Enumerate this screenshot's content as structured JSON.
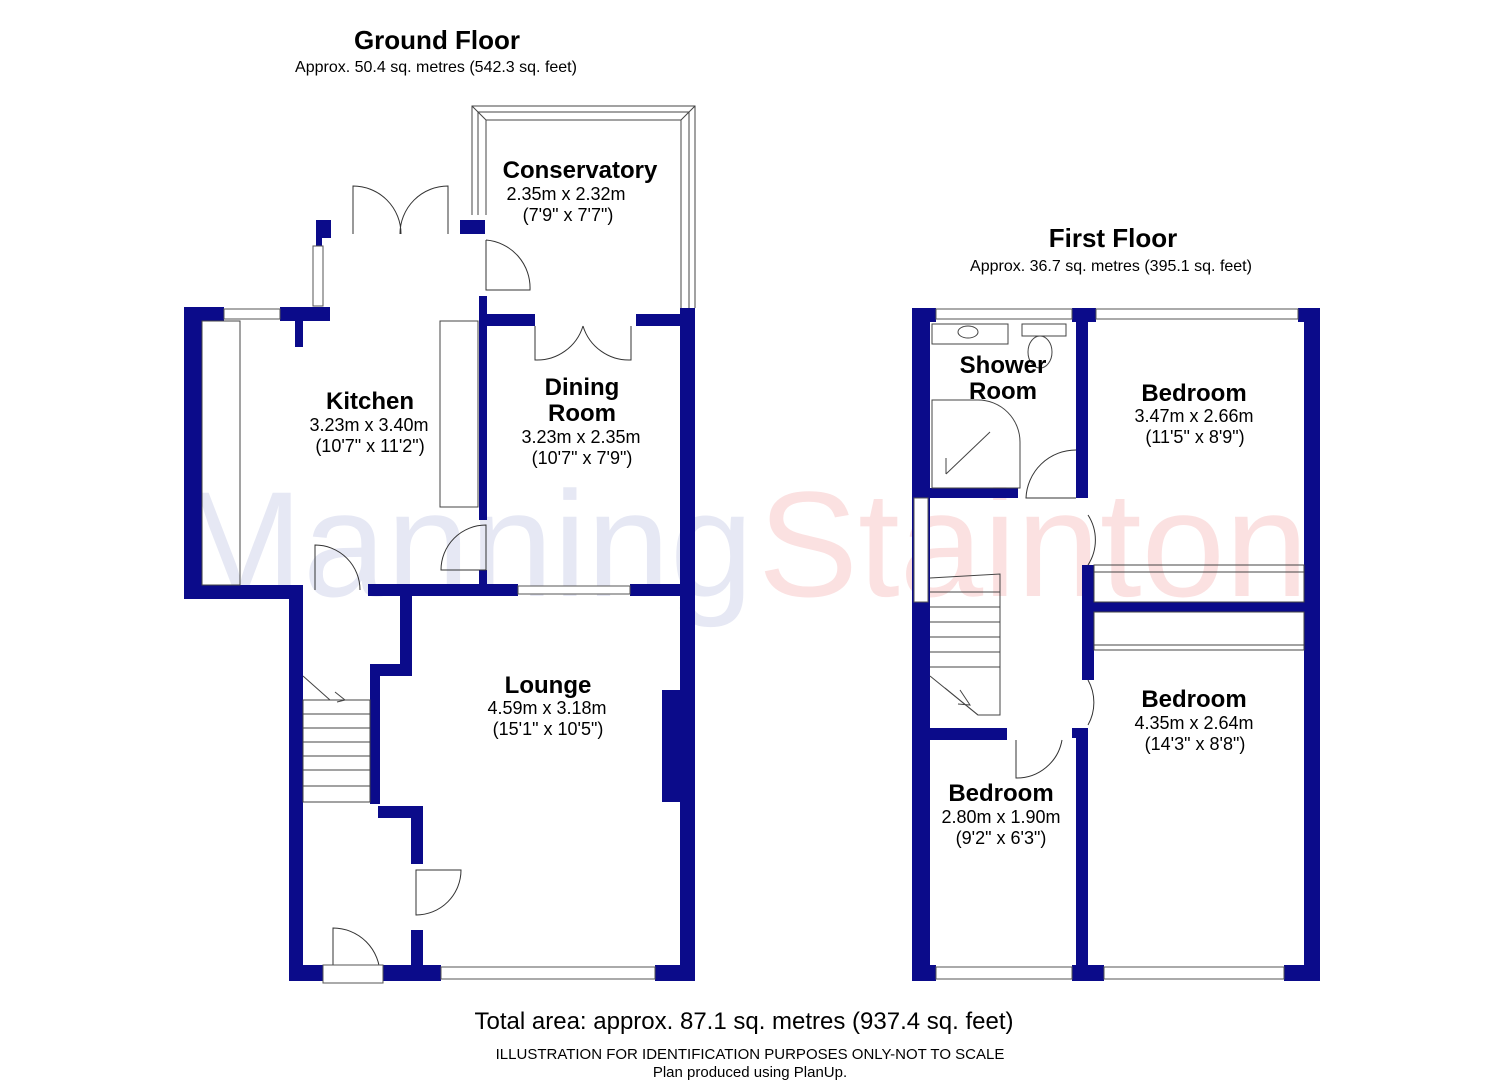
{
  "watermark": {
    "part1": "Manning",
    "part2": "Stainton"
  },
  "ground_floor": {
    "title": "Ground Floor",
    "area": "Approx. 50.4 sq. metres (542.3 sq. feet)",
    "rooms": {
      "conservatory": {
        "name": "Conservatory",
        "metric": "2.35m x 2.32m",
        "imperial": "(7'9\" x 7'7\")"
      },
      "kitchen": {
        "name": "Kitchen",
        "metric": "3.23m x 3.40m",
        "imperial": "(10'7\" x 11'2\")"
      },
      "dining": {
        "name_line1": "Dining",
        "name_line2": "Room",
        "metric": "3.23m x 2.35m",
        "imperial": "(10'7\" x 7'9\")"
      },
      "lounge": {
        "name": "Lounge",
        "metric": "4.59m x 3.18m",
        "imperial": "(15'1\" x 10'5\")"
      }
    }
  },
  "first_floor": {
    "title": "First Floor",
    "area": "Approx. 36.7 sq. metres (395.1 sq. feet)",
    "rooms": {
      "shower": {
        "name_line1": "Shower",
        "name_line2": "Room"
      },
      "bedroom1": {
        "name": "Bedroom",
        "metric": "3.47m x 2.66m",
        "imperial": "(11'5\" x 8'9\")"
      },
      "bedroom2": {
        "name": "Bedroom",
        "metric": "4.35m x 2.64m",
        "imperial": "(14'3\" x 8'8\")"
      },
      "bedroom3": {
        "name": "Bedroom",
        "metric": "2.80m x 1.90m",
        "imperial": "(9'2\" x 6'3\")"
      }
    }
  },
  "footer": {
    "total": "Total area: approx. 87.1 sq. metres (937.4 sq. feet)",
    "disclaimer": "ILLUSTRATION FOR IDENTIFICATION PURPOSES ONLY-NOT TO SCALE",
    "credit": "Plan produced using PlanUp."
  },
  "colors": {
    "wall": "#0b0b8a",
    "watermark_blue": "#e6e8f4",
    "watermark_red": "#fbe1e1"
  }
}
